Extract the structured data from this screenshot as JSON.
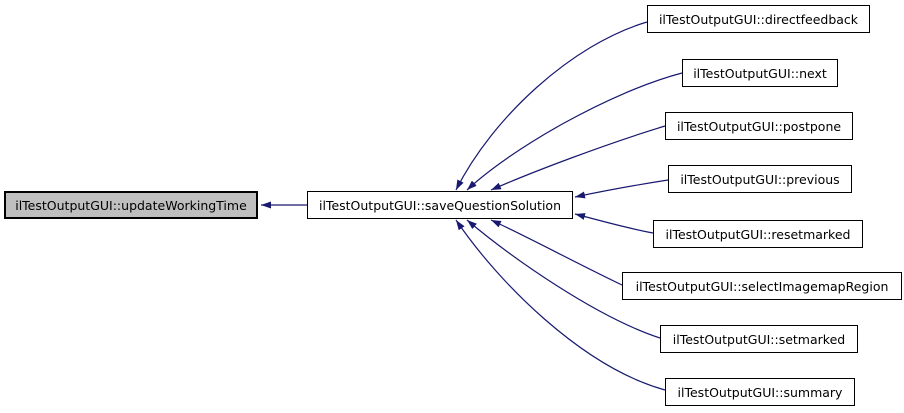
{
  "graph": {
    "focus_node": {
      "label": "ilTestOutputGUI::updateWorkingTime"
    },
    "intermediate_node": {
      "label": "ilTestOutputGUI::saveQuestionSolution"
    },
    "caller_nodes": [
      {
        "label": "ilTestOutputGUI::directfeedback"
      },
      {
        "label": "ilTestOutputGUI::next"
      },
      {
        "label": "ilTestOutputGUI::postpone"
      },
      {
        "label": "ilTestOutputGUI::previous"
      },
      {
        "label": "ilTestOutputGUI::resetmarked"
      },
      {
        "label": "ilTestOutputGUI::selectImagemapRegion"
      },
      {
        "label": "ilTestOutputGUI::setmarked"
      },
      {
        "label": "ilTestOutputGUI::summary"
      }
    ],
    "edges": [
      {
        "from": "ilTestOutputGUI::saveQuestionSolution",
        "to": "ilTestOutputGUI::updateWorkingTime"
      },
      {
        "from": "ilTestOutputGUI::directfeedback",
        "to": "ilTestOutputGUI::saveQuestionSolution"
      },
      {
        "from": "ilTestOutputGUI::next",
        "to": "ilTestOutputGUI::saveQuestionSolution"
      },
      {
        "from": "ilTestOutputGUI::postpone",
        "to": "ilTestOutputGUI::saveQuestionSolution"
      },
      {
        "from": "ilTestOutputGUI::previous",
        "to": "ilTestOutputGUI::saveQuestionSolution"
      },
      {
        "from": "ilTestOutputGUI::resetmarked",
        "to": "ilTestOutputGUI::saveQuestionSolution"
      },
      {
        "from": "ilTestOutputGUI::selectImagemapRegion",
        "to": "ilTestOutputGUI::saveQuestionSolution"
      },
      {
        "from": "ilTestOutputGUI::setmarked",
        "to": "ilTestOutputGUI::saveQuestionSolution"
      },
      {
        "from": "ilTestOutputGUI::summary",
        "to": "ilTestOutputGUI::saveQuestionSolution"
      }
    ],
    "colors": {
      "edge": "#191970",
      "node_border": "#000000",
      "node_fill": "#ffffff",
      "focus_fill": "#bfbfbf",
      "background": "#ffffff"
    }
  }
}
